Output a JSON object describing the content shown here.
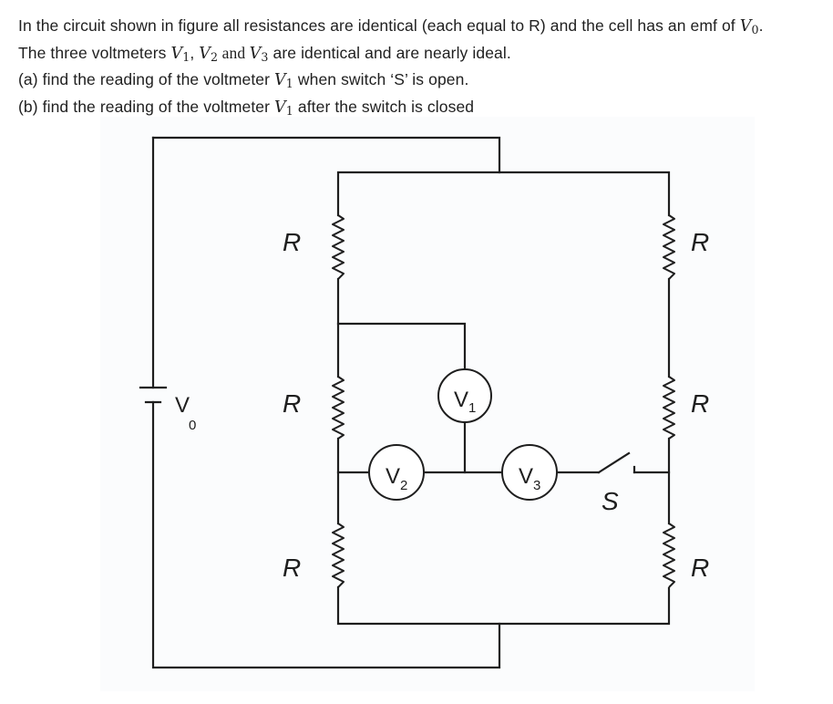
{
  "question": {
    "line1": {
      "text": "In the circuit shown in figure all resistances are identical (each equal to R) and the cell has an emf of ",
      "emf_symbol": "V",
      "emf_sub": "0",
      "end": "."
    },
    "line2": {
      "pre": "The three voltmeters ",
      "v1": "V",
      "v1_sub": "1",
      "sep1": ", ",
      "v2": "V",
      "v2_sub": "2",
      "and": " and ",
      "v3": "V",
      "v3_sub": "3",
      "post": " are identical and are nearly ideal."
    },
    "part_a": {
      "pre": "(a) find the reading of the voltmeter ",
      "v": "V",
      "v_sub": "1",
      "post": " when switch ‘S’ is open."
    },
    "part_b": {
      "pre": "(b) find the reading of the voltmeter ",
      "v": "V",
      "v_sub": "1",
      "post": " after the switch is closed"
    }
  },
  "diagram": {
    "resistor_label": "R",
    "battery": {
      "label": "V",
      "sub": "0"
    },
    "voltmeters": [
      {
        "id": "v1",
        "label": "V",
        "sub": "1"
      },
      {
        "id": "v2",
        "label": "V",
        "sub": "2"
      },
      {
        "id": "v3",
        "label": "V",
        "sub": "3"
      }
    ],
    "switch": {
      "label": "S",
      "state": "open"
    }
  }
}
